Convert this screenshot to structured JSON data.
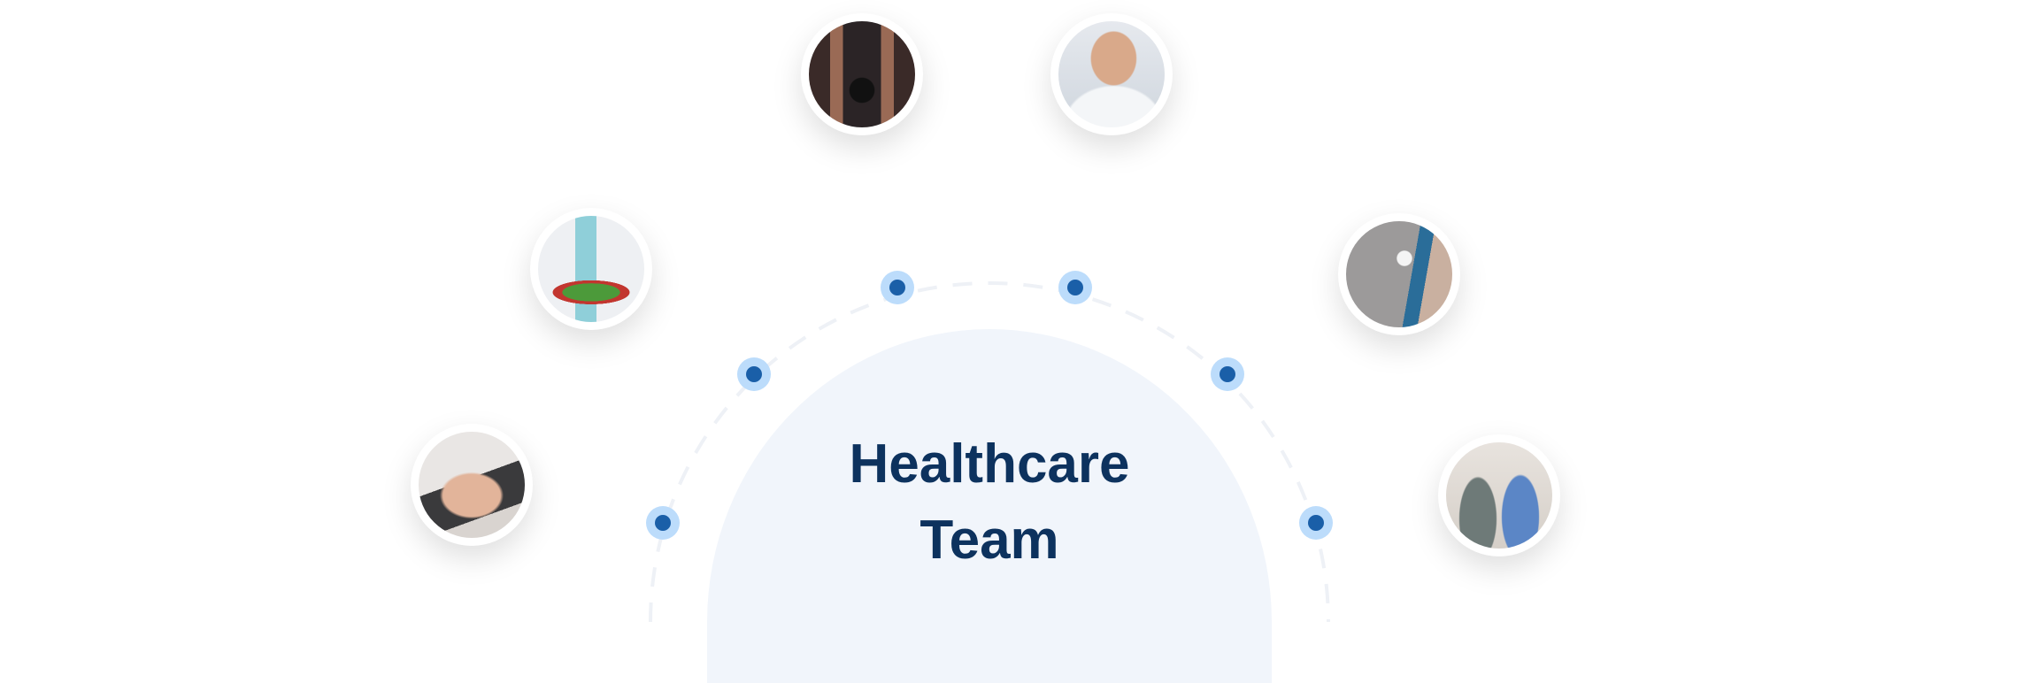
{
  "title": {
    "line1": "Healthcare",
    "line2": "Team"
  },
  "colors": {
    "title": "#0d325e",
    "dome": "#f1f5fb",
    "dot_outer": "#bcdcfb",
    "dot_inner": "#1a5fa8"
  },
  "photos": [
    {
      "icon": "fitness-trainer-photo"
    },
    {
      "icon": "physician-photo"
    },
    {
      "icon": "nutritionist-photo"
    },
    {
      "icon": "specialist-stethoscope-photo"
    },
    {
      "icon": "physiotherapist-photo"
    },
    {
      "icon": "caregiver-nurse-photo"
    }
  ]
}
